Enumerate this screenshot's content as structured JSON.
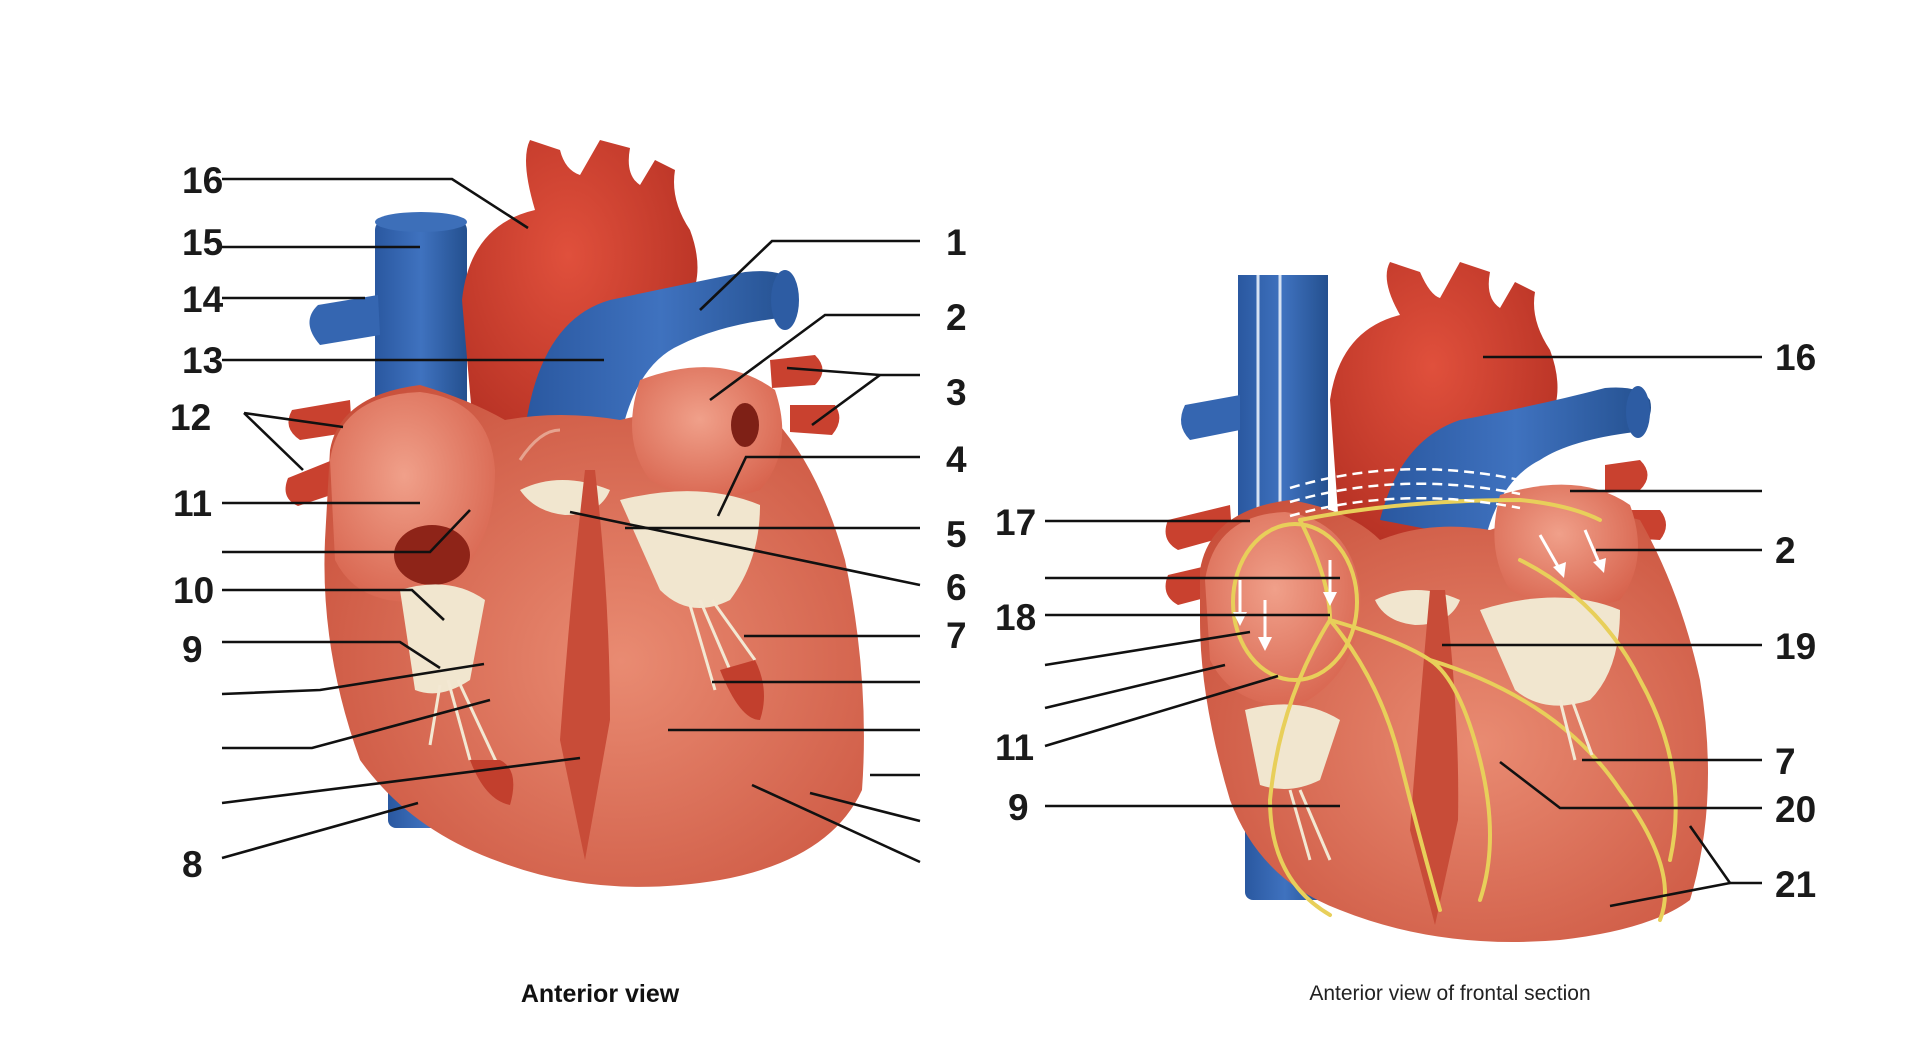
{
  "panels": {
    "left": {
      "caption": "Anterior view",
      "labels": [
        "16",
        "15",
        "14",
        "13",
        "12",
        "11",
        "10",
        "9",
        "8",
        "1",
        "2",
        "3",
        "4",
        "5",
        "6",
        "7"
      ]
    },
    "right": {
      "caption": "Anterior view of frontal section",
      "labels": [
        "17",
        "18",
        "11",
        "9",
        "16",
        "2",
        "19",
        "7",
        "20",
        "21"
      ]
    }
  },
  "colors": {
    "artery_red": "#c83a2c",
    "vein_blue": "#2f5fa8",
    "myocardium": "#d9604c",
    "chamber": "#e27a63",
    "valve": "#f1e6cf",
    "conduction": "#e8cf5a"
  }
}
